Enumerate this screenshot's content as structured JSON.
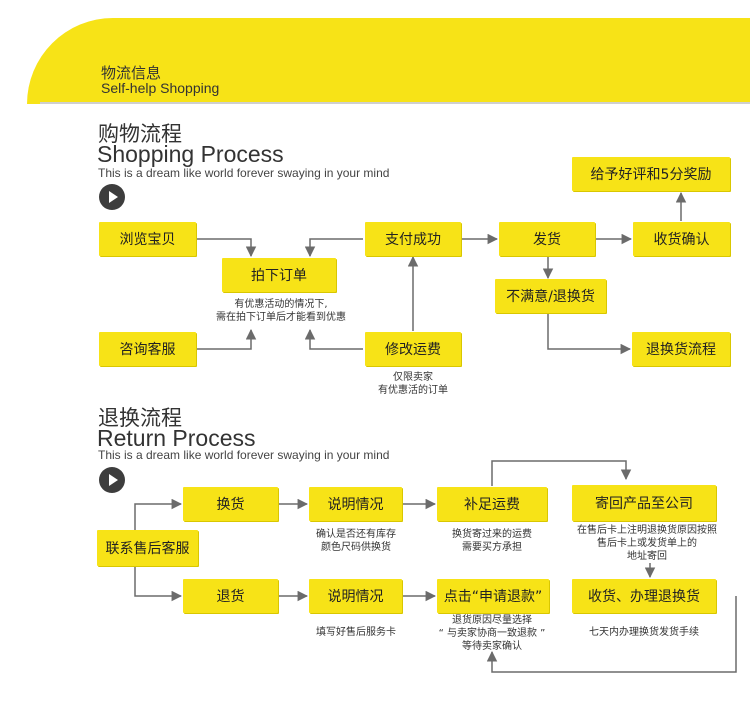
{
  "header": {
    "title_zh": "物流信息",
    "title_en": "Self-help Shopping",
    "colors": {
      "accent": "#f7e317",
      "arrow": "#6b6b6b"
    }
  },
  "shopping": {
    "title_zh": "购物流程",
    "title_en": "Shopping Process",
    "subtitle": "This is a dream like world forever swaying in your mind",
    "play_icon": "play-circle-icon",
    "boxes": {
      "browse": "浏览宝贝",
      "order": "拍下订单",
      "consult": "咨询客服",
      "pay": "支付成功",
      "modify": "修改运费",
      "ship": "发货",
      "receive": "收货确认",
      "review": "给予好评和5分奖励",
      "unsatisfied": "不满意/退换货",
      "return_flow": "退换货流程"
    },
    "notes": {
      "order_note": "有优惠活动的情况下,\n需在拍下订单后才能看到优惠",
      "modify_note": "仅限卖家\n有优惠活的订单"
    }
  },
  "returns": {
    "title_zh": "退换流程",
    "title_en": "Return Process",
    "subtitle": "This is a dream like world forever swaying in your mind",
    "play_icon": "play-circle-icon",
    "boxes": {
      "contact": "联系售后客服",
      "exchange": "换货",
      "explain1": "说明情况",
      "supplement": "补足运费",
      "send_back": "寄回产品至公司",
      "refund": "退货",
      "explain2": "说明情况",
      "apply": "点击“申请退款”",
      "receive_process": "收货、办理退换货"
    },
    "notes": {
      "explain1_note": "确认是否还有库存\n颜色尺码供换货",
      "supplement_note": "换货寄过来的运费\n需要买方承担",
      "send_back_note": "在售后卡上注明退换货原因按照\n售后卡上或发货单上的\n地址寄回",
      "explain2_note": "填写好售后服务卡",
      "apply_note": "退货原因尽量选择\n“ 与卖家协商一致退款 ”\n等待卖家确认",
      "receive_note": "七天内办理换货发货手续"
    }
  }
}
